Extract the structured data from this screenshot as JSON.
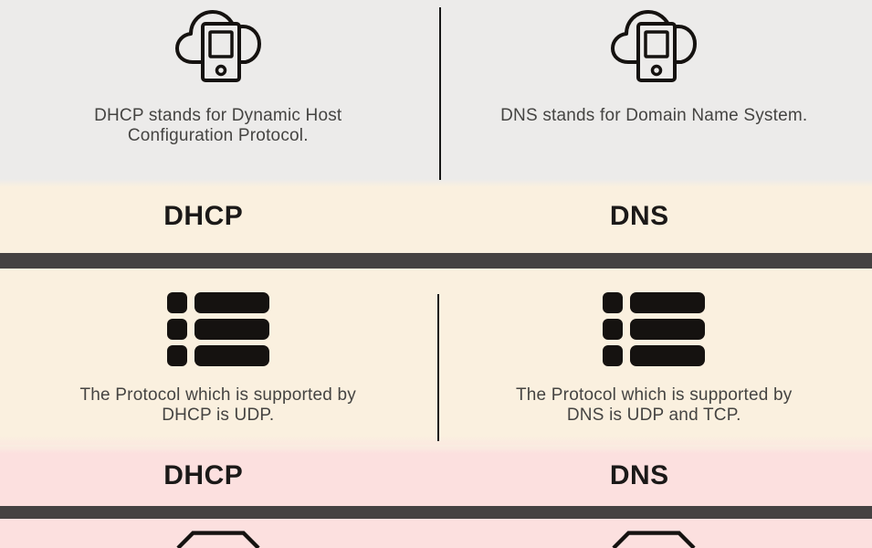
{
  "colors": {
    "section_gray": "#ECEBEA",
    "section_cream": "#FAF0DF",
    "section_pink": "#FCE0DF",
    "divider_bar": "#454242",
    "heading": "#1B1918",
    "body_text": "#454442",
    "line": "#161616",
    "icon_ink": "#151210"
  },
  "comparison": {
    "definition": {
      "icon": "cloud-device-icon",
      "left_text": "DHCP stands for Dynamic Host Configuration Protocol.",
      "right_text": "DNS stands for Domain Name System."
    },
    "labels_band_1": {
      "left": "DHCP",
      "right": "DNS"
    },
    "protocol": {
      "icon": "list-icon",
      "left_text": "The Protocol which is supported by DHCP is UDP.",
      "right_text": "The Protocol which is supported by DNS is UDP and TCP."
    },
    "labels_band_2": {
      "left": "DHCP",
      "right": "DNS"
    },
    "next_section_icon": "hexagon-icon"
  }
}
